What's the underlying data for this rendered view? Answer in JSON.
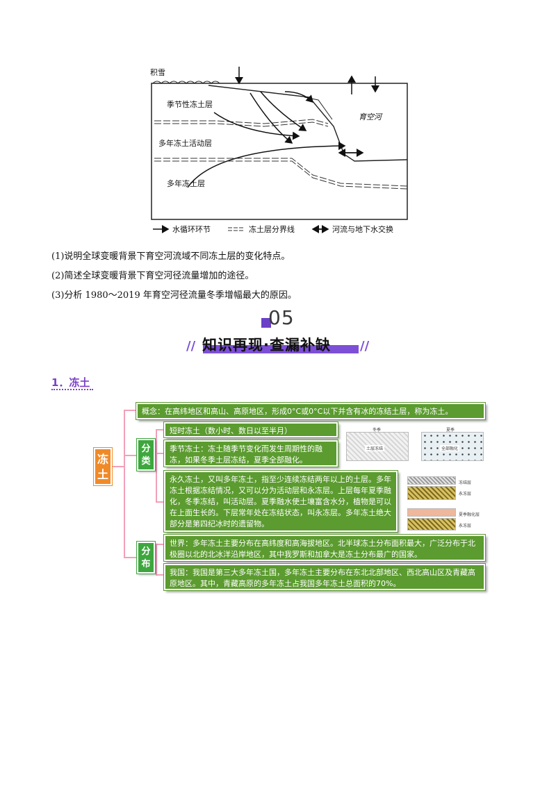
{
  "diagram": {
    "labels": {
      "snow": "积雪",
      "seasonal_layer": "季节性冻土层",
      "active_layer": "多年冻土活动层",
      "permafrost_layer": "多年冻土层",
      "river": "育空河"
    },
    "legend": {
      "water_cycle": "水循环环节",
      "boundary": "冻土层分界线",
      "exchange": "河流与地下水交换"
    }
  },
  "questions": [
    "(1)说明全球变暖背景下育空河流域不同冻土层的变化特点。",
    "(2)简述全球变暖背景下育空河径流量增加的途径。",
    "(3)分析 1980～2019 年育空河径流量冬季增幅最大的原因。"
  ],
  "section": {
    "number": "05",
    "title": "知识再现·查漏补缺",
    "subtitle": "1．冻土"
  },
  "mindmap": {
    "root": "冻土",
    "concept": "概念：在高纬地区和高山、高原地区，形成0°C或0°C以下并含有冰的冻结土层，称为冻土。",
    "class_label": "分类",
    "short_term": "短时冻土（数小时、数日以至半月）",
    "seasonal": "季节冻土：冻土随季节变化而发生周期性的融冻，如果冬季土层冻结，夏季全部融化。",
    "permanent": "永久冻土，又叫多年冻土，指至少连续冻结两年以上的土层。多年冻土根据冻结情况，又可以分为活动层和永冻层。上层每年夏季融化，冬季冻结，叫活动层。夏季融水使土壤富含水分，植物是可以在上面生长的。下层常年处在冻结状态，叫永冻层。多年冻土绝大部分是第四纪冰时的遗留物。",
    "dist_label": "分布",
    "world": "世界：多年冻土主要分布在高纬度和高海拔地区。北半球冻土分布面积最大，广泛分布于北极圈以北的北冰洋沿岸地区，其中我罗斯和加拿大是冻土分布最广的国家。",
    "china": "我国：我国是第三大多年冻土国，多年冻土主要分布在东北北部地区、西北高山区及青藏高原地区。其中，青藏高原的多年冻土占我国多年冻土总面积的70%。",
    "thumbs": {
      "winter": "冬季",
      "summer": "夏季",
      "frozen": "土层冻结",
      "melted": "全部融化",
      "active": "冻结层",
      "perma": "永冻层",
      "summer_melt": "夏季融化层",
      "perma2": "永冻层"
    }
  }
}
